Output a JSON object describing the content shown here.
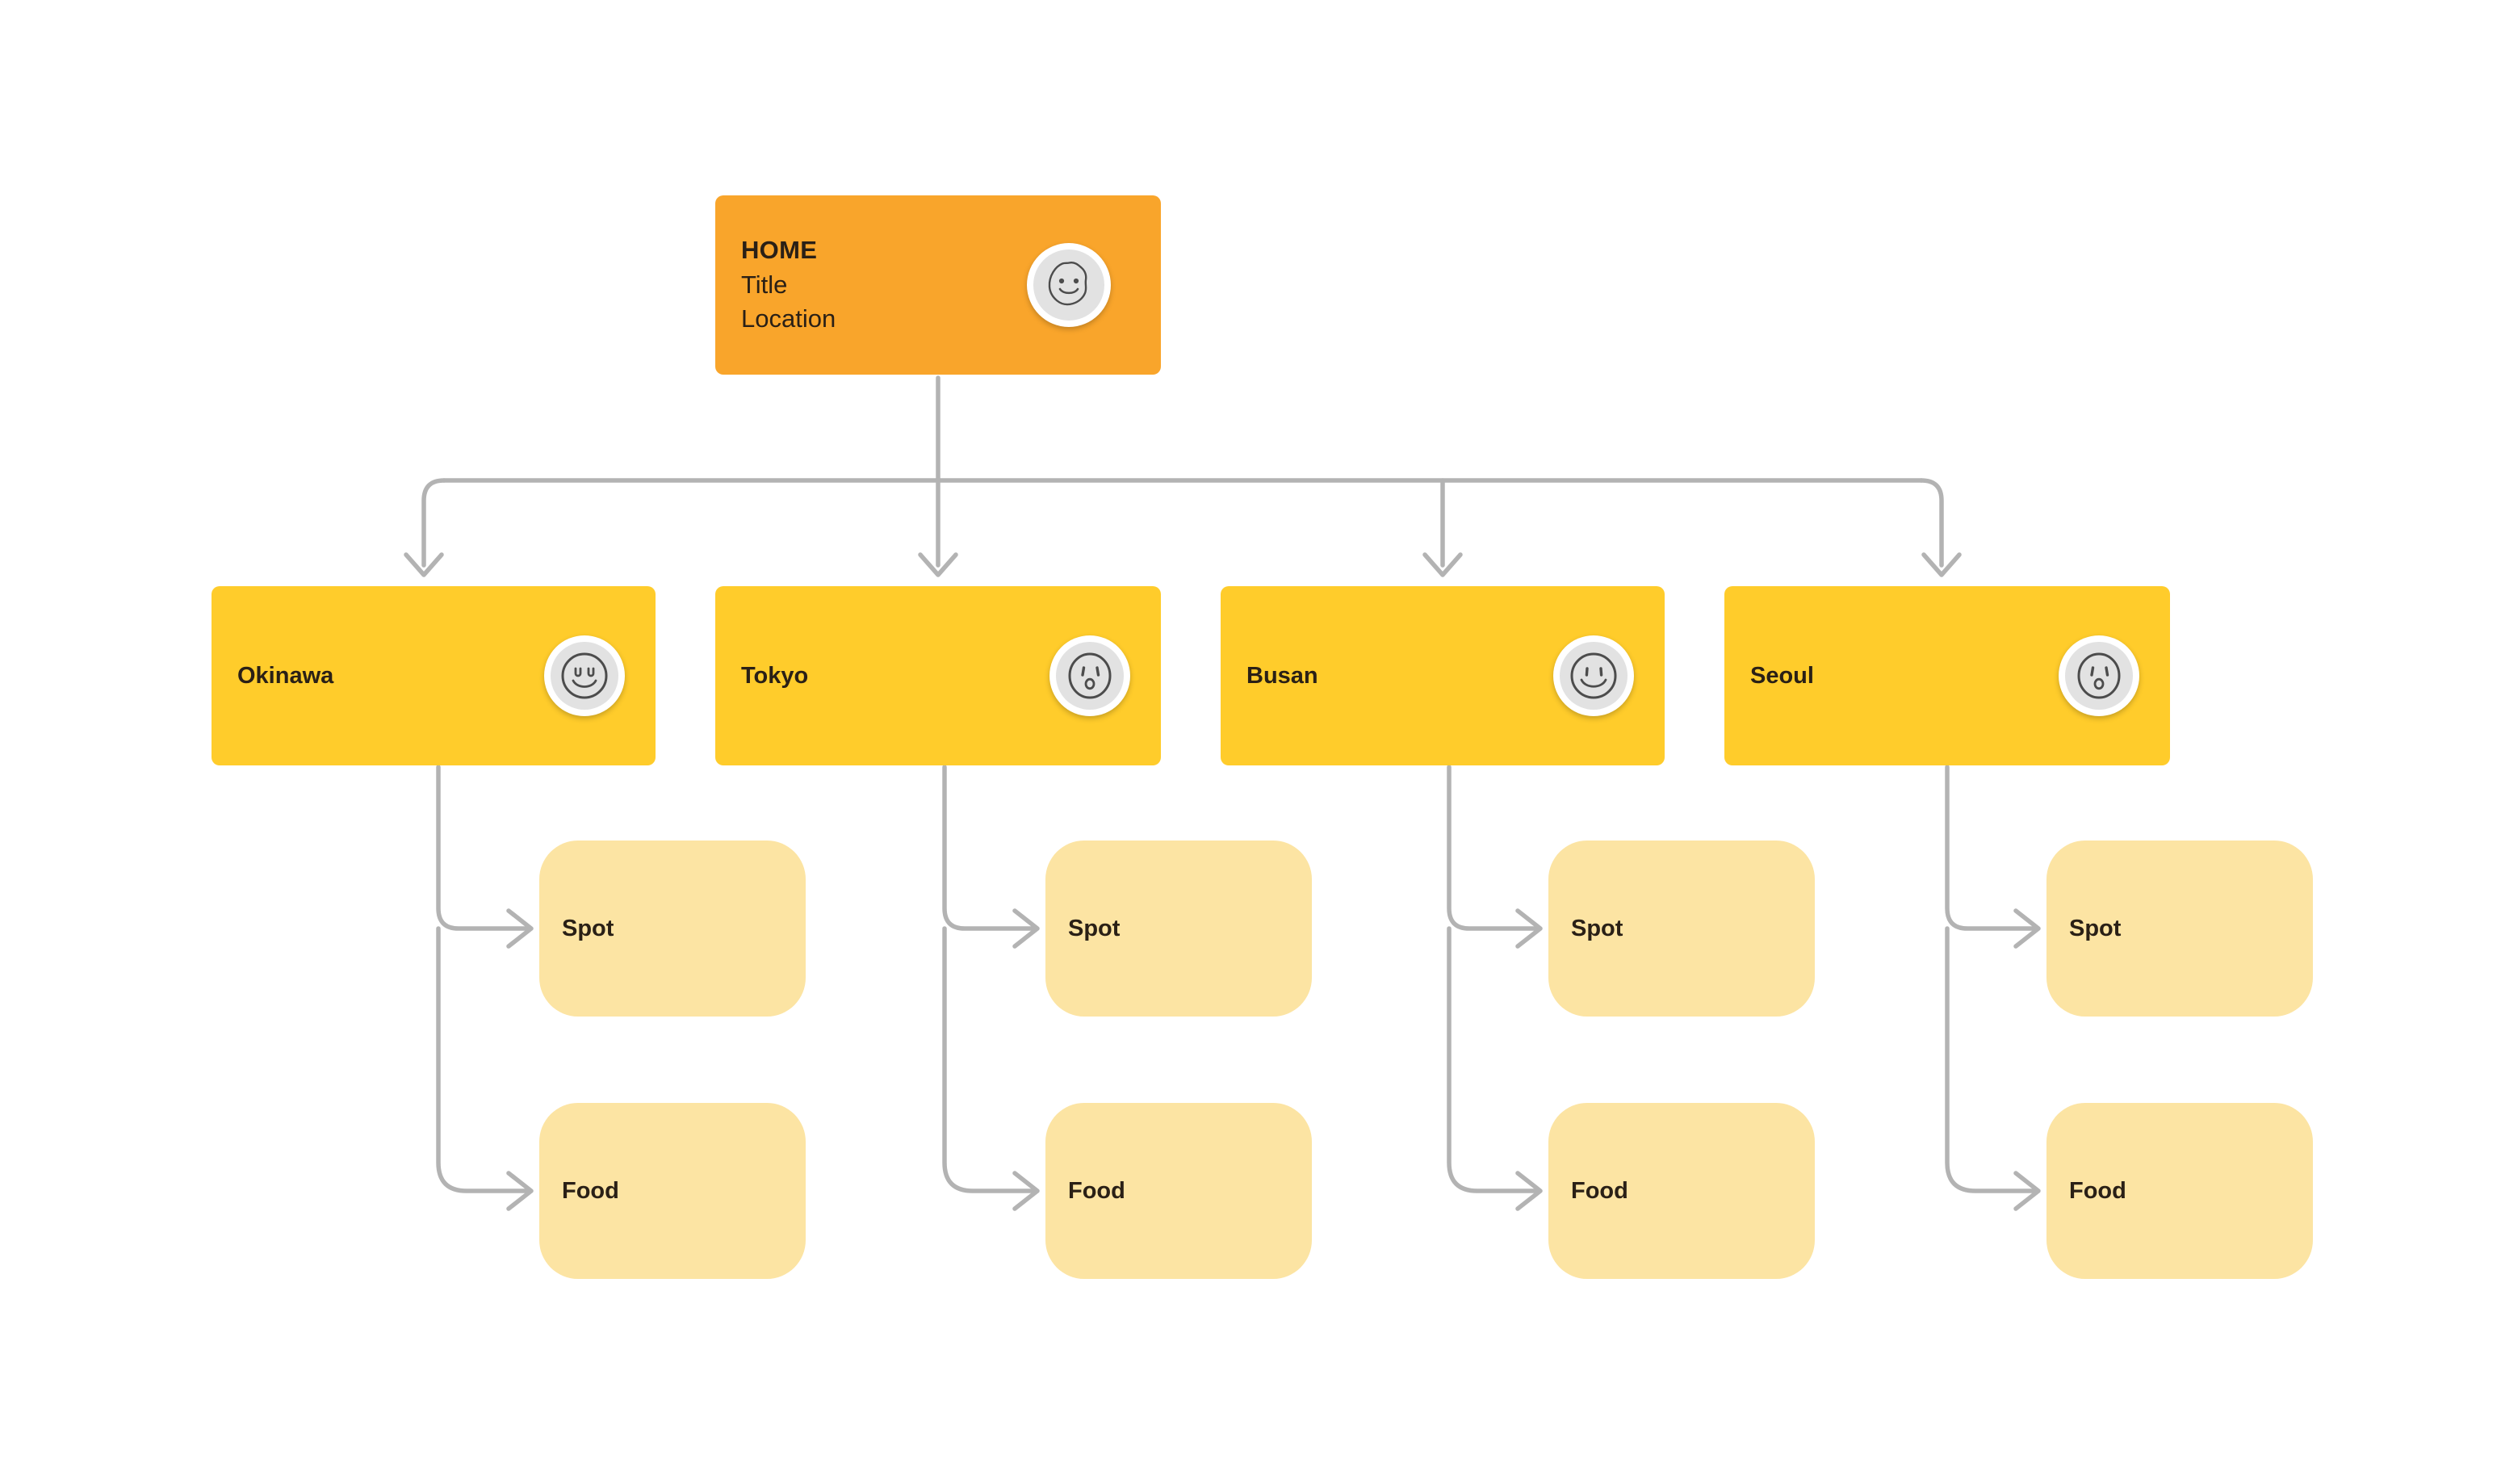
{
  "diagram": {
    "type": "sitemap-tree",
    "background_color": "#FFFFFF",
    "connector_color": "#B3B3B3",
    "text_color": "#2A2016"
  },
  "root": {
    "id": "home",
    "title": "HOME",
    "line2": "Title",
    "line3": "Location",
    "color": "#F9A52B",
    "avatar": "blob-smiley-face-icon"
  },
  "levels": {
    "city_color": "#FFCC2B",
    "leaf_color": "#FCE4A3"
  },
  "cities": [
    {
      "id": "okinawa",
      "label": "Okinawa",
      "avatar": "happy-closed-eyes-face-icon",
      "children": [
        {
          "id": "okinawa-spot",
          "label": "Spot"
        },
        {
          "id": "okinawa-food",
          "label": "Food"
        }
      ]
    },
    {
      "id": "tokyo",
      "label": "Tokyo",
      "avatar": "surprised-face-icon",
      "children": [
        {
          "id": "tokyo-spot",
          "label": "Spot"
        },
        {
          "id": "tokyo-food",
          "label": "Food"
        }
      ]
    },
    {
      "id": "busan",
      "label": "Busan",
      "avatar": "smiley-face-icon",
      "children": [
        {
          "id": "busan-spot",
          "label": "Spot"
        },
        {
          "id": "busan-food",
          "label": "Food"
        }
      ]
    },
    {
      "id": "seoul",
      "label": "Seoul",
      "avatar": "surprised-face-icon",
      "children": [
        {
          "id": "seoul-spot",
          "label": "Spot"
        },
        {
          "id": "seoul-food",
          "label": "Food"
        }
      ]
    }
  ]
}
